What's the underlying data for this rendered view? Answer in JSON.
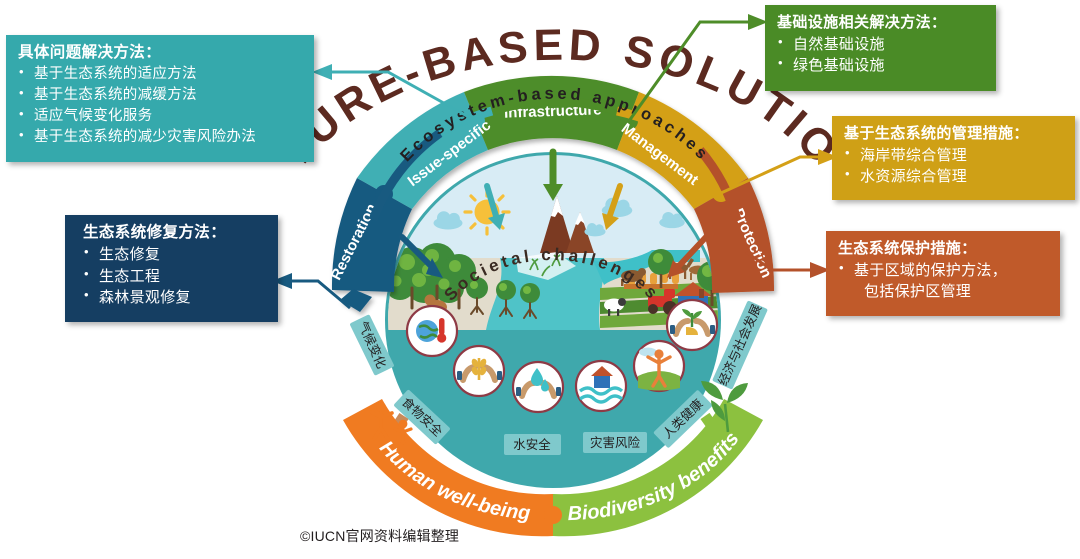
{
  "diagram": {
    "title": "NATURE-BASED SOLUTIONS",
    "inner_arc_label": "Ecosystem-based approaches",
    "challenges_arc_label": "Societal challenges",
    "credit": "©IUCN官网资料编辑整理"
  },
  "approach_segments": [
    {
      "id": "restoration",
      "label": "Restoration",
      "color": "#185A80"
    },
    {
      "id": "issue",
      "label": "Issue-specific",
      "color": "#3FAFB4"
    },
    {
      "id": "infrastructure",
      "label": "Infrastructure",
      "color": "#4E8D29"
    },
    {
      "id": "management",
      "label": "Management",
      "color": "#D4A017"
    },
    {
      "id": "protection",
      "label": "Protection",
      "color": "#B4512A"
    }
  ],
  "outcome_arcs": [
    {
      "id": "human-wellbeing",
      "label": "Human well-being",
      "color": "#F07B21"
    },
    {
      "id": "biodiversity",
      "label": "Biodiversity benefits",
      "color": "#8CC13F"
    }
  ],
  "societal_challenges": [
    {
      "id": "climate-change",
      "label": "气候变化",
      "icon": "globe-thermometer-icon"
    },
    {
      "id": "food-security",
      "label": "食物安全",
      "icon": "hands-wheat-icon"
    },
    {
      "id": "water-security",
      "label": "水安全",
      "icon": "hands-waterdrop-icon"
    },
    {
      "id": "disaster-risk",
      "label": "灾害风险",
      "icon": "house-flood-icon"
    },
    {
      "id": "human-health",
      "label": "人类健康",
      "icon": "person-nature-icon"
    },
    {
      "id": "socioeconomic-development",
      "label": "经济与社会发展",
      "icon": "hands-seedling-icon"
    }
  ],
  "callouts": {
    "issue_specific": {
      "title": "具体问题解决方法：",
      "color": "#35A9AC",
      "items": [
        "基于生态系统的适应方法",
        "基于生态系统的减缓方法",
        "适应气候变化服务",
        "基于生态系统的减少灾害风险办法"
      ]
    },
    "infrastructure": {
      "title": "基础设施相关解决方法：",
      "color": "#4A8B26",
      "items": [
        "自然基础设施",
        "绿色基础设施"
      ]
    },
    "management": {
      "title": "基于生态系统的管理措施：",
      "color": "#CFA016",
      "items": [
        "海岸带综合管理",
        "水资源综合管理"
      ]
    },
    "protection": {
      "title": "生态系统保护措施：",
      "color": "#C05A2A",
      "items": [
        "基于区域的保护方法，",
        "包括保护区管理"
      ]
    },
    "restoration": {
      "title": "生态系统修复方法：",
      "color": "#153E62",
      "items": [
        "生态修复",
        "生态工程",
        "森林景观修复"
      ]
    }
  }
}
